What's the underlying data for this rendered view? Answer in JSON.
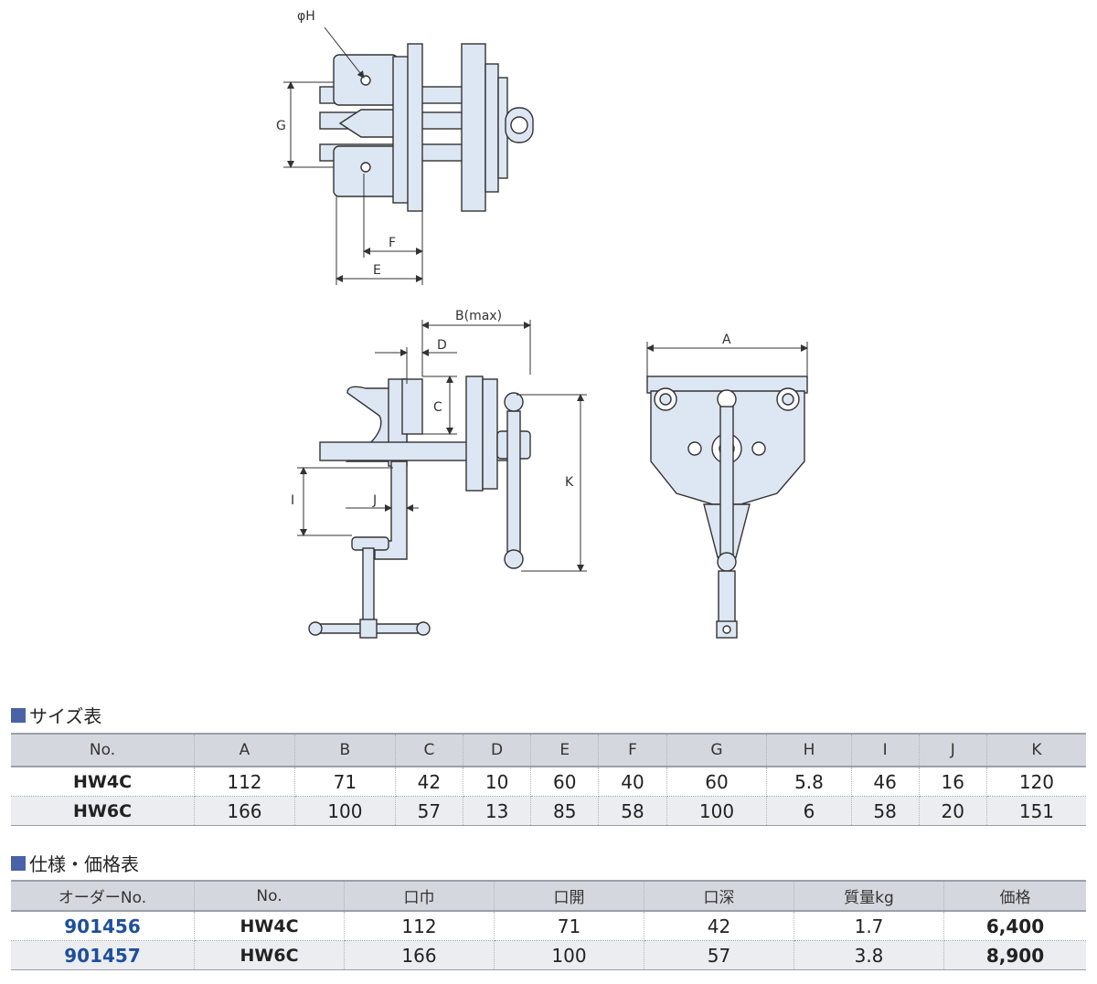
{
  "drawing": {
    "labels": {
      "phi_h": "φH",
      "g": "G",
      "f": "F",
      "e": "E",
      "b_max": "B(max)",
      "d": "D",
      "c": "C",
      "i": "I",
      "j": "J",
      "k": "K",
      "a": "A"
    },
    "colors": {
      "body_fill": "#dde6f3",
      "line": "#333333"
    }
  },
  "size_table": {
    "title": "サイズ表",
    "headers": [
      "No.",
      "A",
      "B",
      "C",
      "D",
      "E",
      "F",
      "G",
      "H",
      "I",
      "J",
      "K"
    ],
    "rows": [
      [
        "HW4C",
        "112",
        "71",
        "42",
        "10",
        "60",
        "40",
        "60",
        "5.8",
        "46",
        "16",
        "120"
      ],
      [
        "HW6C",
        "166",
        "100",
        "57",
        "13",
        "85",
        "58",
        "100",
        "6",
        "58",
        "20",
        "151"
      ]
    ]
  },
  "price_table": {
    "title": "仕様・価格表",
    "headers": [
      "オーダーNo.",
      "No.",
      "口巾",
      "口開",
      "口深",
      "質量kg",
      "価格"
    ],
    "rows": [
      [
        "901456",
        "HW4C",
        "112",
        "71",
        "42",
        "1.7",
        "6,400"
      ],
      [
        "901457",
        "HW6C",
        "166",
        "100",
        "57",
        "3.8",
        "8,900"
      ]
    ]
  },
  "colors": {
    "accent_square": "#4a63a8",
    "order_no": "#1f4f9a",
    "header_bg": "#d4d8de",
    "row_alt_bg": "#ebedf0"
  }
}
